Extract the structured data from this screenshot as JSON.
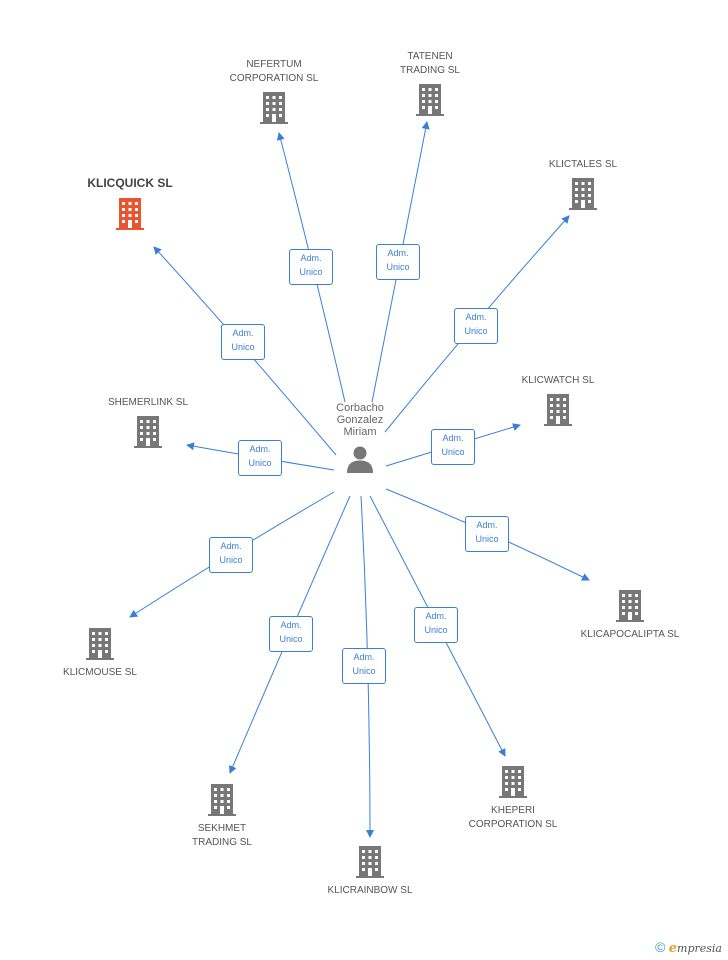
{
  "center": {
    "label": "Corbacho\nGonzalez\nMiriam",
    "icon": "person-icon"
  },
  "relation_label": "Adm.\nUnico",
  "companies": [
    {
      "id": "klicquick",
      "label": "KLICQUICK SL",
      "highlight": true,
      "color": "#e85530"
    },
    {
      "id": "nefertum",
      "label": "NEFERTUM\nCORPORATION SL",
      "highlight": false,
      "color": "#777777"
    },
    {
      "id": "tatenen",
      "label": "TATENEN\nTRADING SL",
      "highlight": false,
      "color": "#777777"
    },
    {
      "id": "klictales",
      "label": "KLICTALES SL",
      "highlight": false,
      "color": "#777777"
    },
    {
      "id": "klicwatch",
      "label": "KLICWATCH SL",
      "highlight": false,
      "color": "#777777"
    },
    {
      "id": "shemerlink",
      "label": "SHEMERLINK SL",
      "highlight": false,
      "color": "#777777"
    },
    {
      "id": "klicapocalipta",
      "label": "KLICAPOCALIPTA SL",
      "highlight": false,
      "color": "#777777"
    },
    {
      "id": "klicmouse",
      "label": "KLICMOUSE SL",
      "highlight": false,
      "color": "#777777"
    },
    {
      "id": "sekhmet",
      "label": "SEKHMET\nTRADING SL",
      "highlight": false,
      "color": "#777777"
    },
    {
      "id": "klicrainbow",
      "label": "KLICRAINBOW SL",
      "highlight": false,
      "color": "#777777"
    },
    {
      "id": "kheperi",
      "label": "KHEPERI\nCORPORATION SL",
      "highlight": false,
      "color": "#777777"
    }
  ],
  "colors": {
    "edge": "#3a7fd5",
    "icon": "#777777",
    "highlight": "#e85530"
  },
  "footer": {
    "copyright": "©",
    "brand_e": "e",
    "brand": "mpresia"
  }
}
